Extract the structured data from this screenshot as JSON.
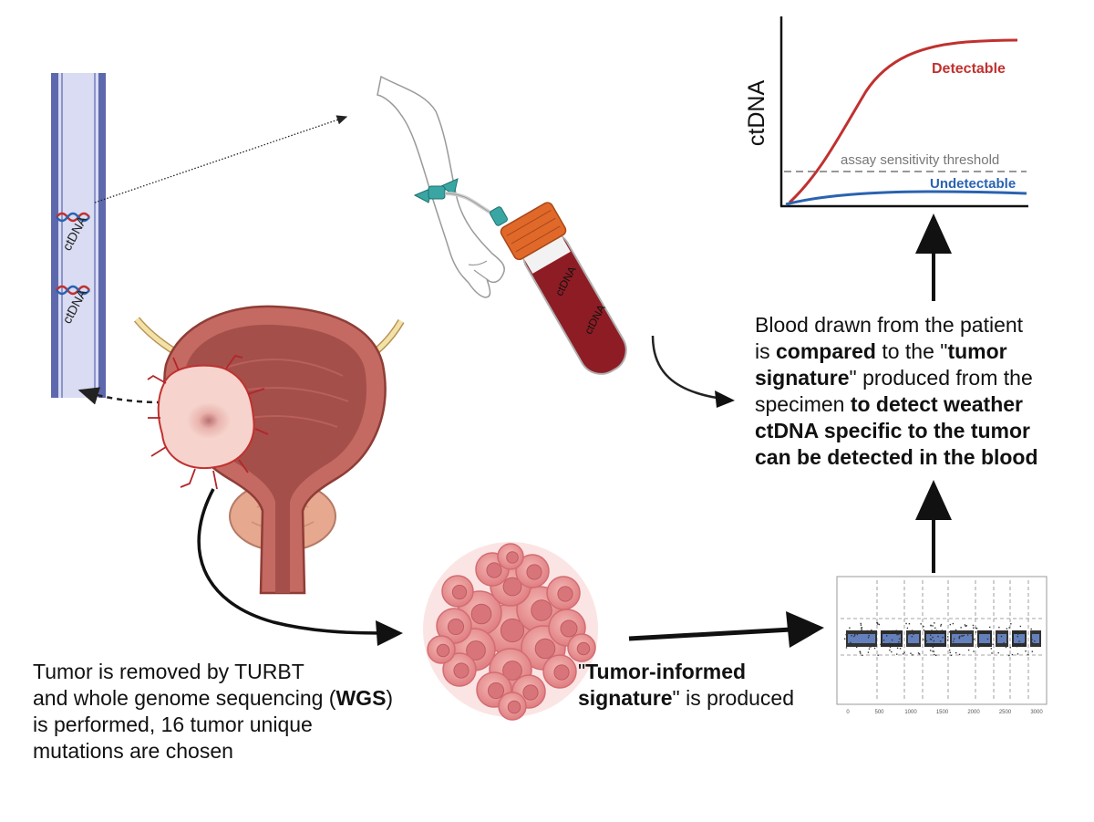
{
  "vessel": {
    "label_1": "ctDNA",
    "label_2": "ctDNA"
  },
  "tube": {
    "label_1": "ctDNA",
    "label_2": "ctDNA"
  },
  "graph": {
    "y_label": "ctDNA",
    "detectable": "Detectable",
    "threshold": "assay sensitivity threshold",
    "undetectable": "Undetectable"
  },
  "colors": {
    "detectable": "#c0312f",
    "undetectable": "#2a63b0",
    "bladder": "#c46a62",
    "vessel": "#5d68ad",
    "tube_cap": "#e0692a",
    "blood": "#8e1c24"
  },
  "blood_text": {
    "line1": "Blood drawn from the patient",
    "line2_a": "is ",
    "line2_b": "compared",
    "line2_c": " to the \"",
    "line2_d": "tumor",
    "line3_a": "signature",
    "line3_b": "\" produced from the",
    "line4_a": "specimen ",
    "line4_b": "to detect weather",
    "line5": "ctDNA specific to the tumor",
    "line6": "can be detected in the blood"
  },
  "tumor_text": {
    "line1": "Tumor is removed by TURBT",
    "line2_a": "and whole genome sequencing (",
    "line2_b": "WGS",
    "line2_c": ")",
    "line3": "is performed, 16 tumor unique",
    "line4": "mutations are chosen"
  },
  "signature_text": {
    "line1_a": "\"",
    "line1_b": "Tumor-informed",
    "line2_a": "signature",
    "line2_b": "\" is produced"
  },
  "seq_plot": {
    "x_ticks": [
      "0",
      "500",
      "1000",
      "1500",
      "2000",
      "2500",
      "3000"
    ]
  }
}
